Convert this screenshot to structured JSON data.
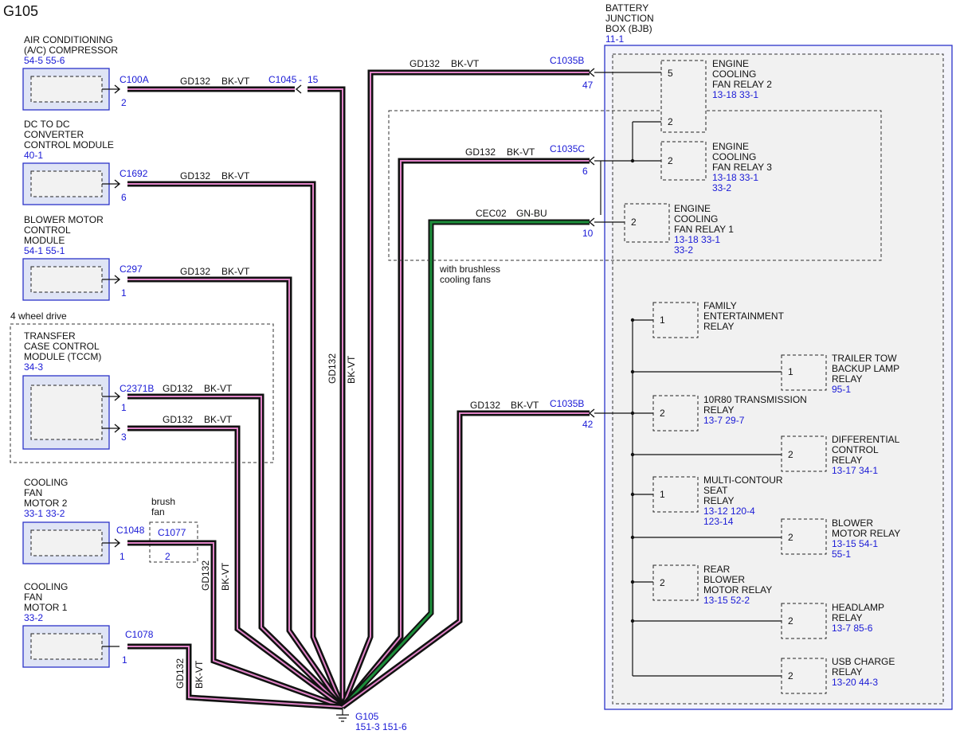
{
  "page_title": "G105",
  "colors": {
    "wire_pink": "#e083c7",
    "wire_green": "#1c8f3a",
    "accent_blue": "#1a1ad6"
  },
  "components": {
    "ac_compressor": {
      "lines": [
        "AIR CONDITIONING",
        "(A/C) COMPRESSOR"
      ],
      "refs": "54-5    55-6",
      "connector": "C100A",
      "pin": "2"
    },
    "dcdc": {
      "lines": [
        "DC TO DC",
        "CONVERTER",
        "CONTROL MODULE"
      ],
      "refs": "40-1",
      "connector": "C1692",
      "pin": "6"
    },
    "blower": {
      "lines": [
        "BLOWER MOTOR",
        "CONTROL",
        "MODULE"
      ],
      "refs": "54-1    55-1",
      "connector": "C297",
      "pin": "1"
    },
    "tccm": {
      "region": "4 wheel drive",
      "lines": [
        "TRANSFER",
        "CASE CONTROL",
        "MODULE (TCCM)"
      ],
      "refs": "34-3",
      "connector": "C2371B",
      "pin_a": "1",
      "pin_b": "3"
    },
    "fan2": {
      "lines": [
        "COOLING",
        "FAN",
        "MOTOR 2"
      ],
      "refs": "33-1    33-2",
      "connector": "C1048",
      "pin": "1",
      "brush_label": [
        "brush",
        "fan"
      ],
      "brush_connector": "C1077",
      "brush_pin": "2"
    },
    "fan1": {
      "lines": [
        "COOLING",
        "FAN",
        "MOTOR 1"
      ],
      "refs": "33-2",
      "connector": "C1078",
      "pin": "1"
    }
  },
  "wires": {
    "circuit": "GD132",
    "color": "BK-VT",
    "circuit_green": "CEC02",
    "color_green": "GN-BU"
  },
  "inline_connector": {
    "name": "C1045",
    "pin": "15",
    "sep": "-"
  },
  "bjb": {
    "lines": [
      "BATTERY",
      "JUNCTION",
      "BOX (BJB)"
    ],
    "refs": "11-1",
    "conn_top": "C1035B",
    "pin_top": "47",
    "conn_mid": "C1035C",
    "pin_mid": "6",
    "pin_green": "10",
    "conn_low": "C1035B",
    "pin_low": "42",
    "brushless_note": [
      "with brushless",
      "cooling fans"
    ],
    "relays": [
      {
        "pin": "5",
        "lines": [
          "ENGINE",
          "COOLING",
          "FAN RELAY 2"
        ],
        "refs": [
          "13-18   33-1"
        ]
      },
      {
        "pin": "2",
        "lines": [],
        "refs": []
      },
      {
        "pin": "2",
        "lines": [
          "ENGINE",
          "COOLING",
          "FAN RELAY 3"
        ],
        "refs": [
          "13-18   33-1",
          "33-2"
        ]
      },
      {
        "pin": "2",
        "lines": [
          "ENGINE",
          "COOLING",
          "FAN RELAY 1"
        ],
        "refs": [
          "13-18   33-1",
          "33-2"
        ]
      },
      {
        "pin": "1",
        "lines": [
          "FAMILY",
          "ENTERTAINMENT",
          "RELAY"
        ],
        "refs": []
      },
      {
        "pin": "1",
        "lines": [
          "TRAILER TOW",
          "BACKUP LAMP",
          "RELAY"
        ],
        "refs": [
          "95-1"
        ]
      },
      {
        "pin": "2",
        "lines": [
          "10R80 TRANSMISSION",
          "RELAY"
        ],
        "refs": [
          "13-7    29-7"
        ]
      },
      {
        "pin": "2",
        "lines": [
          "DIFFERENTIAL",
          "CONTROL",
          "RELAY"
        ],
        "refs": [
          "13-17   34-1"
        ]
      },
      {
        "pin": "1",
        "lines": [
          "MULTI-CONTOUR",
          "SEAT",
          "RELAY"
        ],
        "refs": [
          "13-12   120-4",
          "123-14"
        ]
      },
      {
        "pin": "2",
        "lines": [
          "BLOWER",
          "MOTOR RELAY"
        ],
        "refs": [
          "13-15   54-1",
          "55-1"
        ]
      },
      {
        "pin": "2",
        "lines": [
          "REAR",
          "BLOWER",
          "MOTOR RELAY"
        ],
        "refs": [
          "13-15   52-2"
        ]
      },
      {
        "pin": "2",
        "lines": [
          "HEADLAMP",
          "RELAY"
        ],
        "refs": [
          "13-7    85-6"
        ]
      },
      {
        "pin": "2",
        "lines": [
          "USB CHARGE",
          "RELAY"
        ],
        "refs": [
          "13-20   44-3"
        ]
      }
    ]
  },
  "ground": {
    "name": "G105",
    "refs": "151-3    151-6"
  }
}
